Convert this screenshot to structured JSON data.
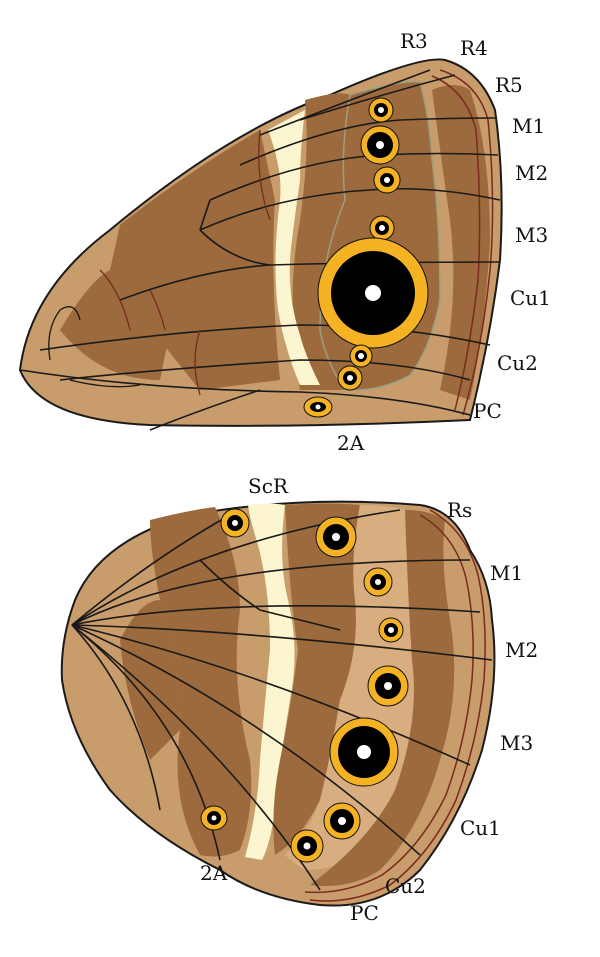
{
  "forewing": {
    "labels": {
      "r3": "R3",
      "r4": "R4",
      "r5": "R5",
      "m1": "M1",
      "m2": "M2",
      "m3": "M3",
      "cu1": "Cu1",
      "cu2": "Cu2",
      "pc": "PC",
      "a2": "2A"
    }
  },
  "hindwing": {
    "labels": {
      "scr": "ScR",
      "rs": "Rs",
      "m1": "M1",
      "m2": "M2",
      "m3": "M3",
      "cu1": "Cu1",
      "cu2": "Cu2",
      "pc": "PC",
      "a2": "2A"
    }
  },
  "colors": {
    "wing_base": "#C99C6B",
    "wing_dark_band": "#9C6A3C",
    "wing_light_band": "#D8AE80",
    "white_band": "#FBF6D0",
    "eyespot_ring": "#F5B324",
    "eyespot_center": "#000000",
    "pupil": "#FFFFFF",
    "vein": "#1A1A1A",
    "marginal_line": "#7A2A1E"
  }
}
